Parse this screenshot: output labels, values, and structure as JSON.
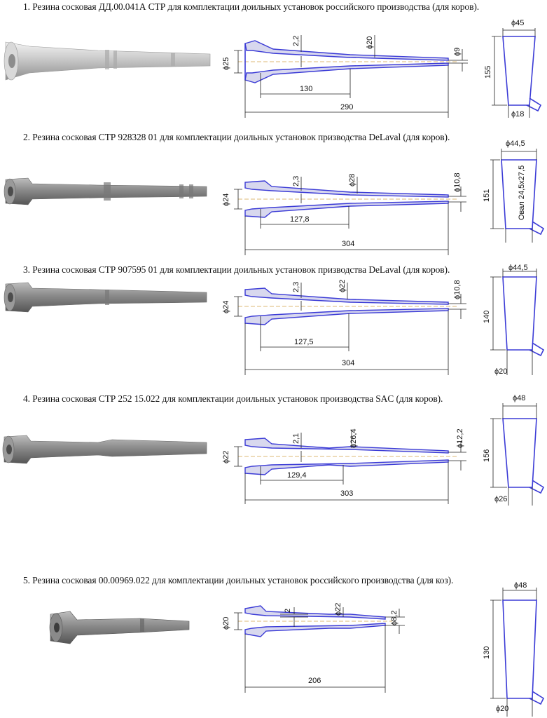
{
  "items": [
    {
      "title": "1. Резина сосковая ДД.00.041А СТР для комплектации доильных установок российского производства (для коров).",
      "d_left": "ϕ25",
      "wall": "2,2",
      "d_mid": "ϕ20",
      "d_right": "ϕ9",
      "len_inner": "130",
      "len_total": "290",
      "cup_top": "ϕ45",
      "cup_height": "155",
      "cup_bottom": "ϕ18",
      "cup_note": ""
    },
    {
      "title": "2. Резина сосковая СТР 928328 01 для комплектации доильных установок призводства DeLaval (для коров).",
      "d_left": "ϕ24",
      "wall": "2,3",
      "d_mid": "ϕ28",
      "d_right": "ϕ10,8",
      "len_inner": "127,8",
      "len_total": "304",
      "cup_top": "ϕ44,5",
      "cup_height": "151",
      "cup_bottom": "",
      "cup_note": "Овал 24,5х27,5"
    },
    {
      "title": "3. Резина сосковая СТР 907595 01 для комплектации доильных установок призводства DeLaval (для коров).",
      "d_left": "ϕ24",
      "wall": "2,3",
      "d_mid": "ϕ22",
      "d_right": "ϕ10,8",
      "len_inner": "127,5",
      "len_total": "304",
      "cup_top": "ϕ44,5",
      "cup_height": "140",
      "cup_bottom": "ϕ20",
      "cup_note": ""
    },
    {
      "title": "4. Резина сосковая СТР 252 15.022 для комплектации доильных установок производства SAC (для коров).",
      "d_left": "ϕ22",
      "wall": "2,1",
      "d_mid": "ϕ26,4",
      "d_right": "ϕ12,2",
      "len_inner": "129,4",
      "len_total": "303",
      "cup_top": "ϕ48",
      "cup_height": "156",
      "cup_bottom": "ϕ26",
      "cup_note": ""
    },
    {
      "title": "5. Резина сосковая 00.00969.022 для комплектации доильных установок российского производства (для коз).",
      "d_left": "ϕ20",
      "wall": "2",
      "d_mid": "ϕ22",
      "d_right": "ϕ8,2",
      "len_inner": "",
      "len_total": "206",
      "cup_top": "ϕ48",
      "cup_height": "130",
      "cup_bottom": "ϕ20",
      "cup_note": ""
    }
  ]
}
